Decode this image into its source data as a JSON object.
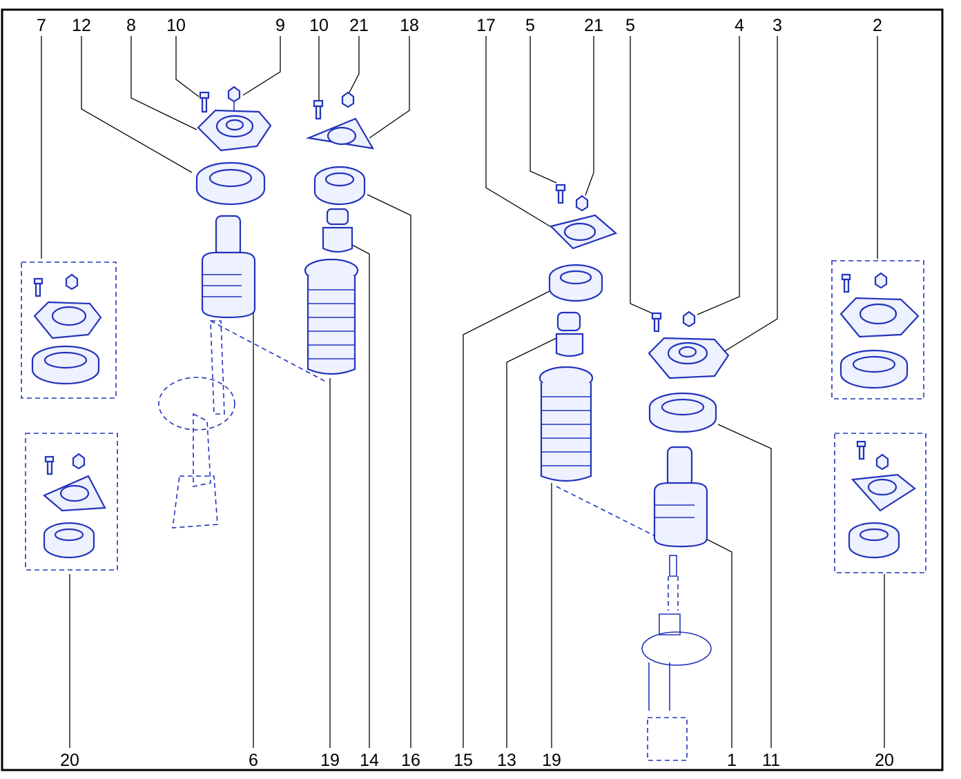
{
  "colors": {
    "part": "#2233bb",
    "part_fill": "#dde3ff",
    "leader": "#000000",
    "border": "#000000"
  },
  "top_labels": [
    "7",
    "12",
    "8",
    "10",
    "9",
    "10",
    "21",
    "18",
    "17",
    "5",
    "21",
    "5",
    "4",
    "3",
    "2"
  ],
  "bottom_labels": [
    "20",
    "6",
    "19",
    "14",
    "16",
    "15",
    "13",
    "19",
    "1",
    "11",
    "20"
  ]
}
